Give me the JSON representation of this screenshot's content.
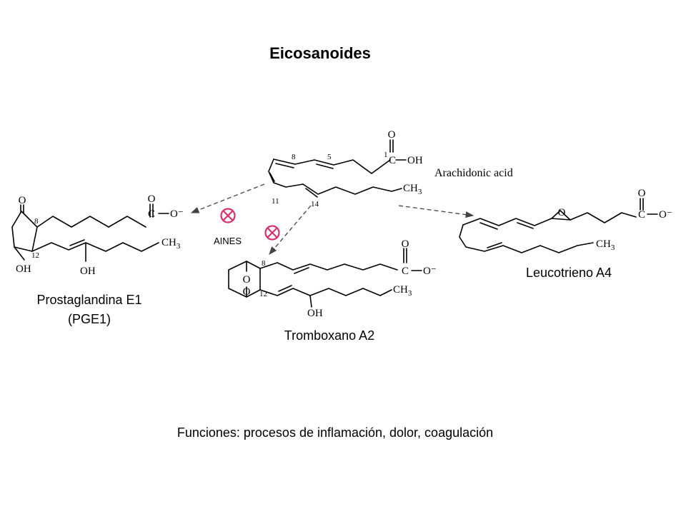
{
  "title": "Eicosanoides",
  "arachidonic": {
    "name": "Arachidonic acid",
    "oh": "OH",
    "o": "O",
    "ch3": "CH3",
    "c1": "1",
    "c5": "5",
    "c8": "8",
    "c11": "11",
    "c14": "14",
    "c_atom": "C"
  },
  "prostaglandin": {
    "label_line1": "Prostaglandina E1",
    "label_line2": "(PGE1)",
    "o_ring": "O",
    "oh1": "OH",
    "oh2": "OH",
    "ch3": "CH3",
    "c8": "8",
    "c12": "12",
    "o_top": "O",
    "o_minus": "O⁻",
    "c_atom": "C"
  },
  "thromboxane": {
    "label": "Tromboxano A2",
    "o1": "O",
    "o2": "O",
    "c8": "8",
    "c12": "12",
    "oh": "OH",
    "ch3": "CH3",
    "o_top": "O",
    "o_minus": "O⁻",
    "c_atom": "C"
  },
  "leukotriene": {
    "label": "Leucotrieno A4",
    "o_epox": "O",
    "ch3": "CH3",
    "o_top": "O",
    "o_minus": "O⁻",
    "c_atom": "C"
  },
  "inhibitor": {
    "label": "AINES",
    "color": "#d6336c"
  },
  "footer": "Funciones: procesos de inflamación, dolor, coagulación"
}
